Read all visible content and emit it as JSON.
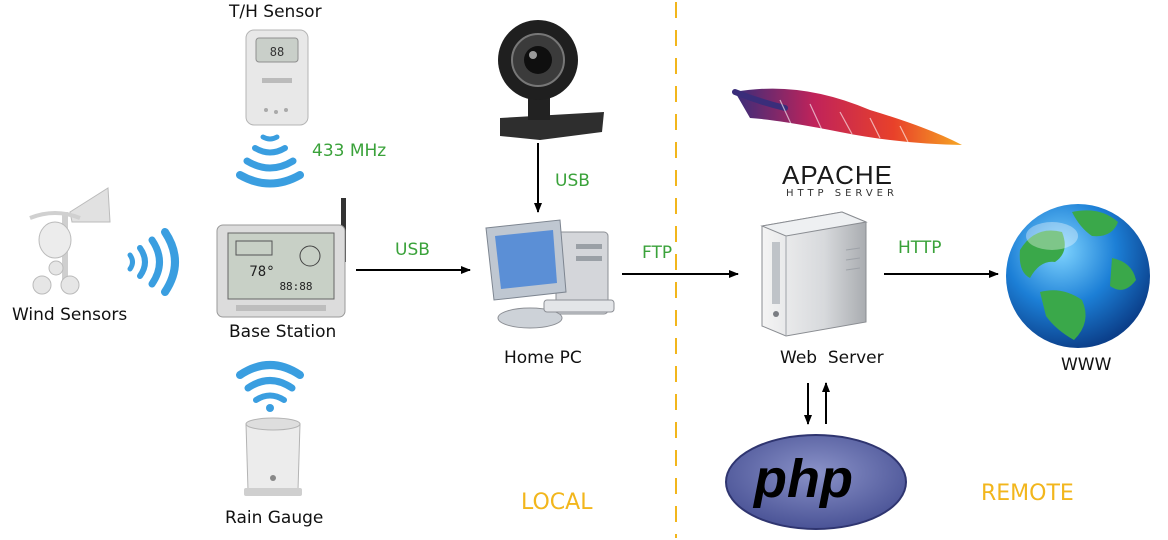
{
  "devices": {
    "th_sensor": "T/H Sensor",
    "wind_sensors": "Wind Sensors",
    "base_station": "Base Station",
    "rain_gauge": "Rain Gauge",
    "home_pc": "Home PC",
    "web_server": "Web  Server",
    "www": "WWW"
  },
  "links": {
    "radio": "433 MHz",
    "webcam_usb": "USB",
    "station_usb": "USB",
    "ftp": "FTP",
    "http": "HTTP"
  },
  "zones": {
    "local": "LOCAL",
    "remote": "REMOTE"
  },
  "logos": {
    "apache_title": "APACHE",
    "apache_subtitle": "HTTP SERVER",
    "php": "php"
  },
  "colors": {
    "link_label": "#3aa23a",
    "zone_label": "#f2b61c",
    "divider": "#f2b61c",
    "wifi": "#3a9ee0",
    "arrow": "#000000"
  }
}
